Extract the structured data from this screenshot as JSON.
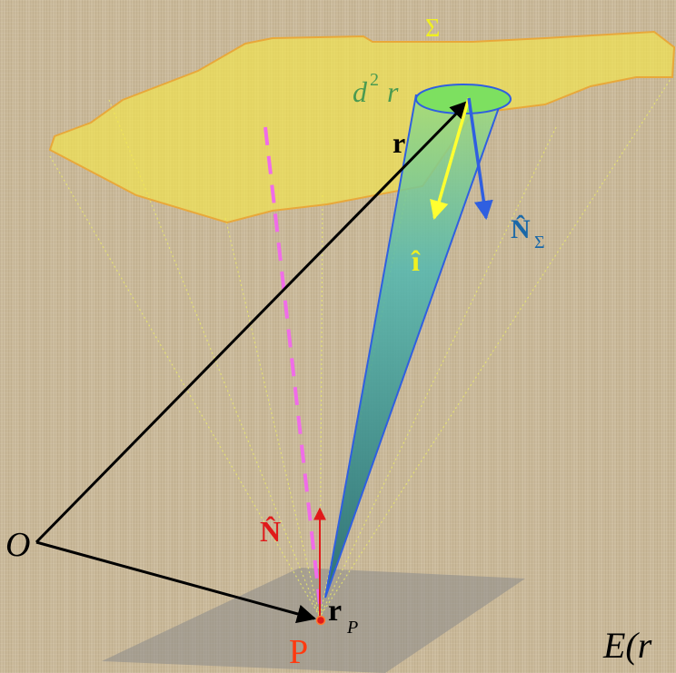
{
  "labels": {
    "surface": "Σ",
    "area_element_d": "d",
    "area_element_exp": "2",
    "area_element_r": "r",
    "position_vector": "r",
    "incident_unit": "î",
    "surface_normal_base": "N̂",
    "surface_normal_sub": "Σ",
    "origin": "O",
    "point_normal": "N̂",
    "point_position_base": "r",
    "point_position_sub": "P",
    "point": "P",
    "cut_formula": "E(r"
  },
  "colors": {
    "surface_fill": "#f5e64a",
    "surface_stroke": "#e8a83a",
    "cone": "#2a8a84",
    "cone_edge": "#2f5fe0",
    "cap": "#7de060",
    "pink_dashed": "#f06ce8",
    "yellow_arrow": "#ffff30",
    "blue_arrow": "#2f5fe0",
    "normal_red": "#e01a1a",
    "point_orange": "#ff3a10",
    "ground": "#8a8a8a",
    "label_blue": "#1a68a8",
    "label_green": "#4a9a50",
    "label_yellow": "#f0f020"
  }
}
